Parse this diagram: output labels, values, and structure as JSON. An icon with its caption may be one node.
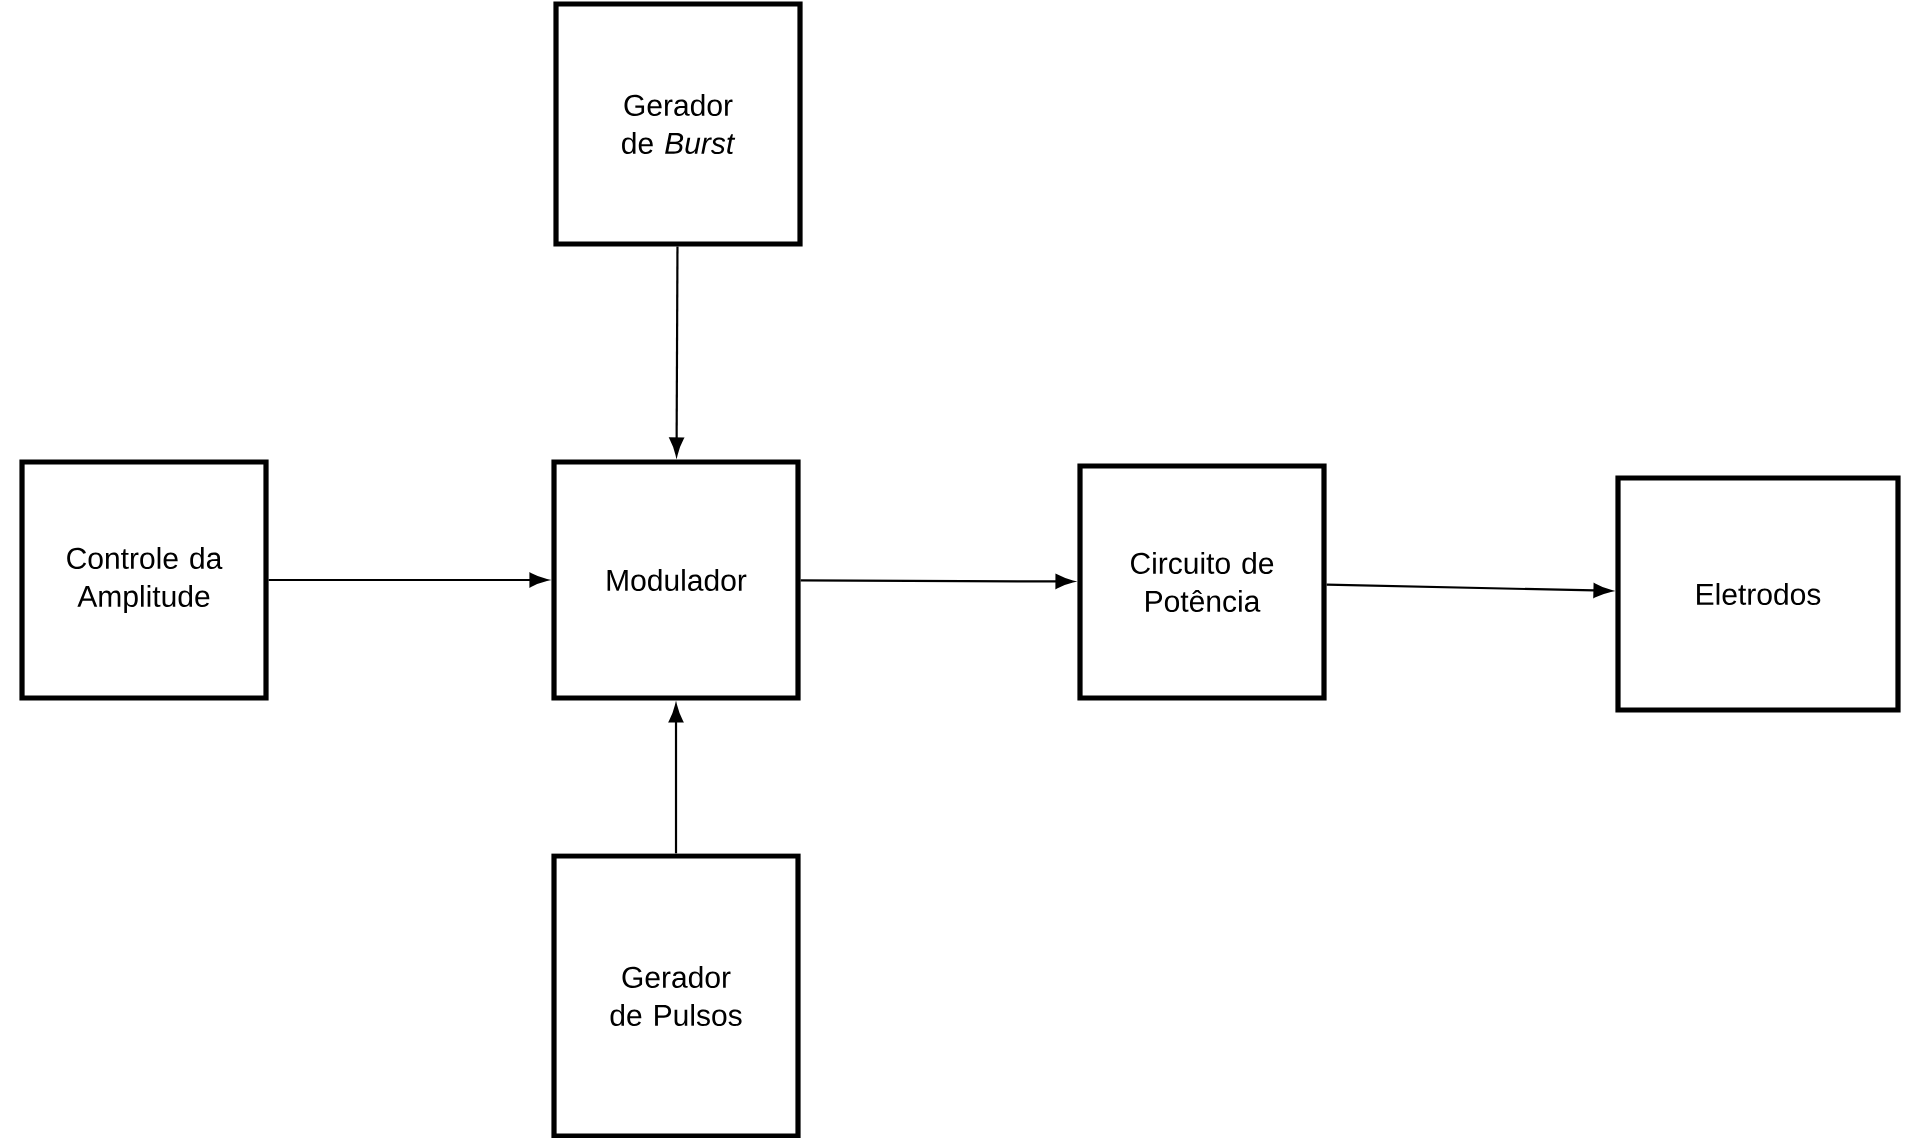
{
  "diagram": {
    "nodes": [
      {
        "text": [
          "Gerador de *Burst*"
        ]
      },
      {
        "text": [
          "Controle da Amplitude"
        ]
      },
      {
        "text": [
          "Modulador"
        ]
      },
      {
        "text": [
          "Circuito de Potência"
        ]
      },
      {
        "text": [
          "Eletrodos"
        ]
      },
      {
        "text": [
          "Gerador de Pulsos"
        ]
      }
    ],
    "edges": [
      {
        "from": 0,
        "to": 2,
        "arrow": "to"
      },
      {
        "from": 1,
        "to": 2,
        "arrow": "to"
      },
      {
        "from": 2,
        "to": 3,
        "arrow": "to"
      },
      {
        "from": 3,
        "to": 4,
        "arrow": "to"
      },
      {
        "from": 5,
        "to": 2,
        "arrow": "to"
      }
    ]
  }
}
